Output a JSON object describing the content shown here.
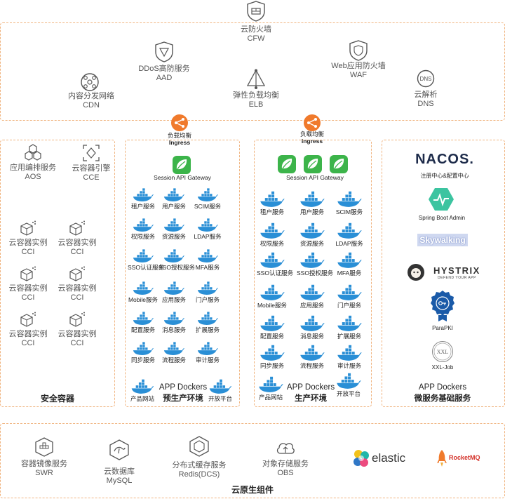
{
  "top": {
    "cfw": {
      "zh": "云防火墙",
      "en": "CFW"
    },
    "aad": {
      "zh": "DDoS高防服务",
      "en": "AAD"
    },
    "waf": {
      "zh": "Web应用防火墙",
      "en": "WAF"
    },
    "cdn": {
      "zh": "内容分发网络",
      "en": "CDN"
    },
    "elb": {
      "zh": "弹性负载均衡",
      "en": "ELB"
    },
    "dns": {
      "zh": "云解析",
      "en": "DNS"
    },
    "dns_icon_text": "DNS"
  },
  "ingress": {
    "zh": "负载均衡",
    "en": "Ingress"
  },
  "left": {
    "aos": {
      "zh": "应用编排服务",
      "en": "AOS"
    },
    "cce": {
      "zh": "云容器引擎",
      "en": "CCE"
    },
    "cci": {
      "zh": "云容器实例",
      "en": "CCI"
    },
    "title": "安全容器"
  },
  "pre": {
    "gateway": "Session API Gateway",
    "services": [
      "租户服务",
      "用户服务",
      "SCIM服务",
      "权限服务",
      "资源服务",
      "LDAP服务",
      "SSO认证服务",
      "SSO授权服务",
      "MFA服务",
      "Mobile服务",
      "应用服务",
      "门户服务",
      "配置服务",
      "消息服务",
      "扩展服务",
      "同步服务",
      "流程服务",
      "审计服务"
    ],
    "website": "产品网站",
    "open": "开放平台",
    "docker": "APP Dockers",
    "title": "预生产环境"
  },
  "prod": {
    "gateway": "Session API Gateway",
    "services": [
      "租户服务",
      "用户服务",
      "SCIM服务",
      "权限服务",
      "资源服务",
      "LDAP服务",
      "SSO认证服务",
      "SSO授权服务",
      "MFA服务",
      "Mobile服务",
      "应用服务",
      "门户服务",
      "配置服务",
      "消息服务",
      "扩展服务",
      "同步服务",
      "流程服务",
      "审计服务"
    ],
    "website": "产品网站",
    "open": "开放平台",
    "docker": "APP Dockers",
    "title": "生产环境"
  },
  "micro": {
    "nacos": "NACOS.",
    "nacos_sub": "注册中心&配置中心",
    "sba": "Spring Boot Admin",
    "sky": "Skywalking",
    "hystrix": "HYSTRIX",
    "hystrix_sub": "DEFEND YOUR APP",
    "parapki": "ParaPKI",
    "xxl_icon": "XXL",
    "xxl": "XXL-Job",
    "docker": "APP Dockers",
    "title": "微服务基础服务"
  },
  "bottom": {
    "swr": {
      "zh": "容器镜像服务",
      "en": "SWR"
    },
    "mysql": {
      "zh": "云数据库",
      "en": "MySQL"
    },
    "dcs": {
      "zh": "分布式缓存服务",
      "en": "Redis(DCS)"
    },
    "obs": {
      "zh": "对象存储服务",
      "en": "OBS"
    },
    "elastic": "elastic",
    "rocketmq": "RocketMQ",
    "title": "云原生组件"
  },
  "colors": {
    "accent": "#f0b37e",
    "docker": "#2a8fd6",
    "orange": "#f07a2c",
    "green": "#3cb44a"
  }
}
